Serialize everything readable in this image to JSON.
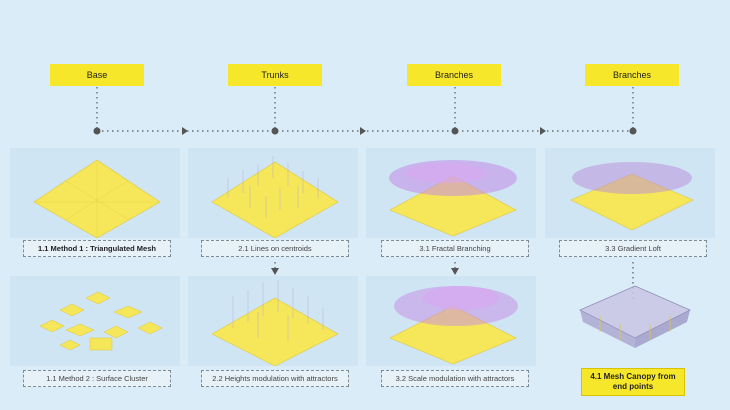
{
  "stages": [
    {
      "label": "Base"
    },
    {
      "label": "Trunks"
    },
    {
      "label": "Branches"
    },
    {
      "label": "Branches"
    }
  ],
  "captions": {
    "c11": "1.1 Method 1 : Triangulated Mesh",
    "c21": "2.1 Lines on centroids",
    "c31": "3.1 Fractal Branching",
    "c33": "3.3 Gradient Loft",
    "c11b": "1.1 Method 2 : Surface Cluster",
    "c22": "2.2 Heights modulation with attractors",
    "c32": "3.2 Scale modulation with attractors",
    "c41": "4.1 Mesh Canopy from end points"
  },
  "colors": {
    "background": "#d9ecf8",
    "stage_box": "#f7e72b",
    "mesh_yellow": "#f6e65a",
    "branch_purple": "#c58ae6",
    "connector": "#555555"
  }
}
